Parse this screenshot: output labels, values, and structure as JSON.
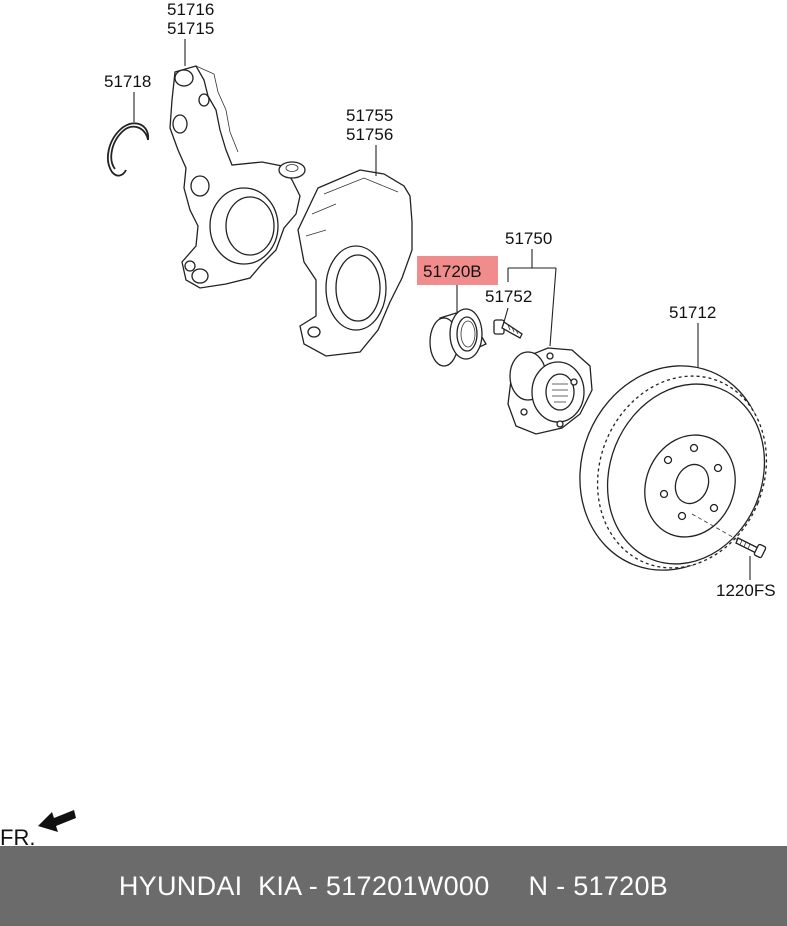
{
  "labels": {
    "knuckle_a": "51716",
    "knuckle_b": "51715",
    "snap_ring": "51718",
    "dust_cover_a": "51755",
    "dust_cover_b": "51756",
    "bearing": "51720B",
    "hub_assy": "51750",
    "hub_bolt": "51752",
    "disc": "51712",
    "disc_screw": "1220FS"
  },
  "direction_label": "FR.",
  "highlight_color": "#f08c8c",
  "footer_text": "HYUNDAI  KIA - 517201W000     N - 51720B"
}
